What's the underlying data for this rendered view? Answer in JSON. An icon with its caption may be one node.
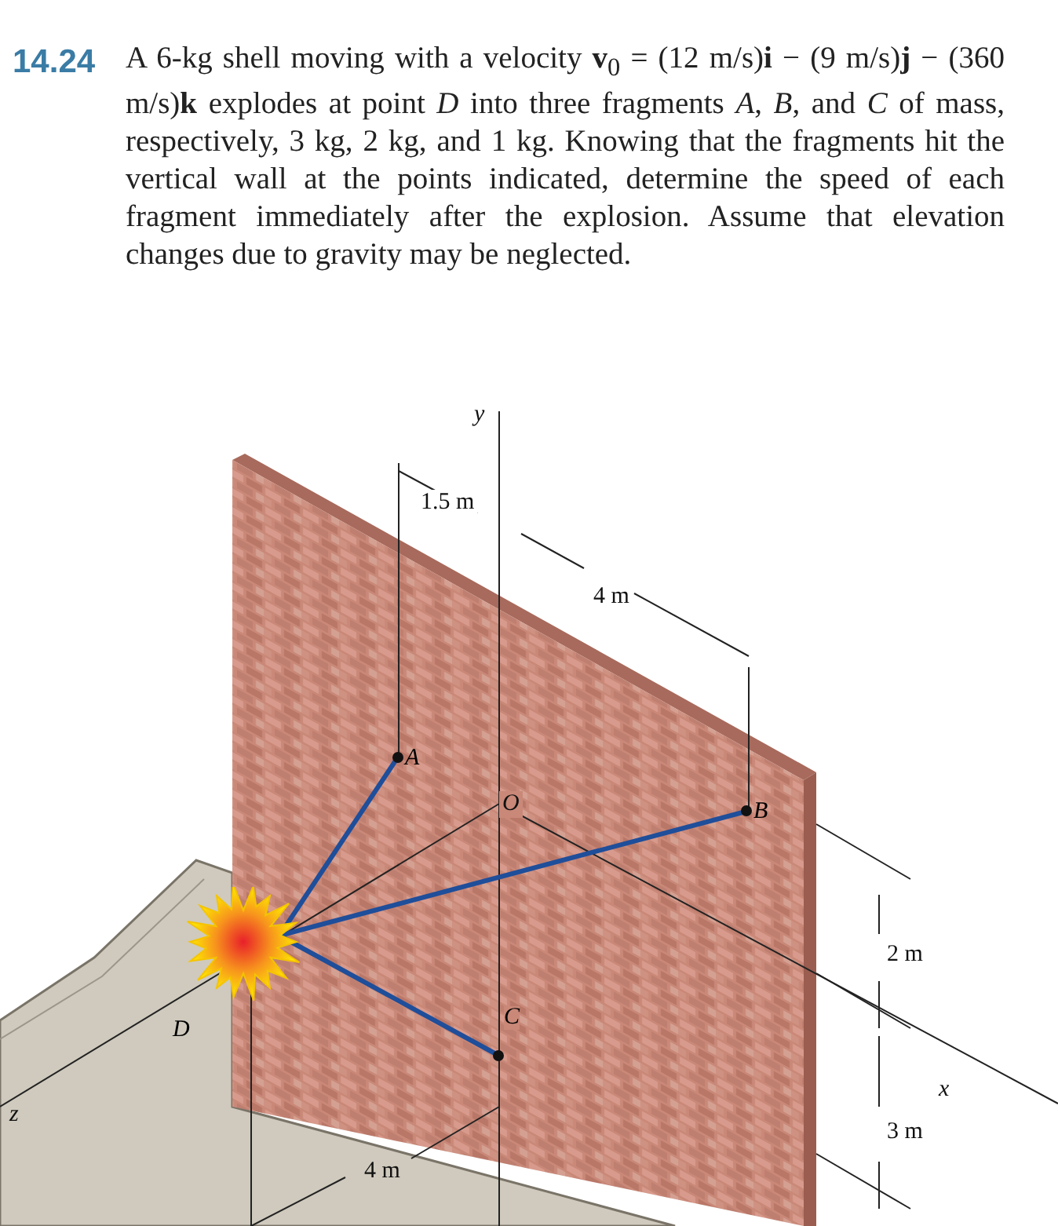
{
  "diagram": {
    "title": "14.24",
    "nodes": [
      {
        "text": [
          "D"
        ]
      },
      {
        "text": [
          "A"
        ]
      },
      {
        "text": [
          "B"
        ]
      },
      {
        "text": [
          "C"
        ]
      }
    ],
    "edges": [
      {
        "from": 0,
        "to": 1,
        "arrow": "none"
      },
      {
        "from": 0,
        "to": 2,
        "arrow": "none"
      },
      {
        "from": 0,
        "to": 3,
        "arrow": "none"
      }
    ],
    "labels": [
      "A 6-kg shell moving with a velocity **v**$_{0}$ = (12 m/s)**i** − (9 m/s)**j** − (360 m/s)**k** explodes at point *D* into three fragments *A*, *B*, and *C* of mass, respectively, 3 kg, 2 kg, and 1 kg. Knowing that the fragments hit the vertical wall at the points indicated, determine the speed of each fragment immediately after the explosion. Assume that elevation changes due to gravity may be neglected.",
      "y",
      "1.5 m",
      "4 m",
      "O",
      "2 m",
      "x",
      "3 m",
      "z",
      "4 m"
    ]
  }
}
